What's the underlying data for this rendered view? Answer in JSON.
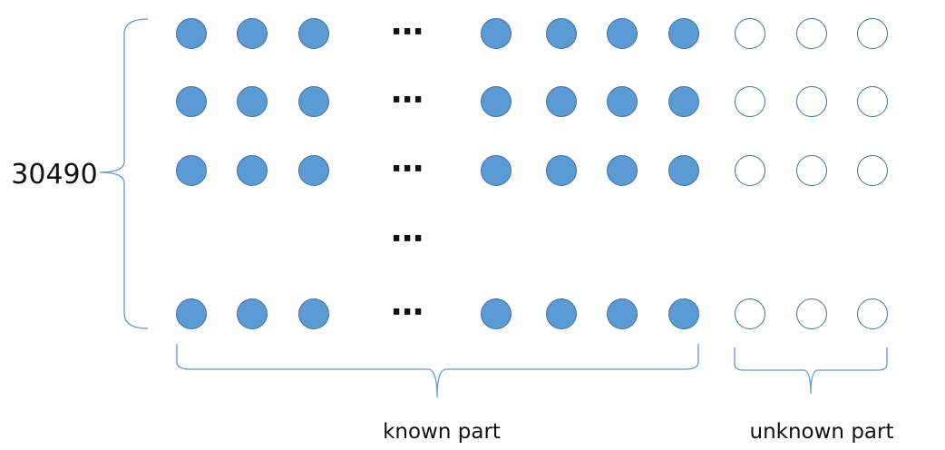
{
  "row_count_label": "30490",
  "ellipsis": "⋯",
  "known_part_label": "known part",
  "unknown_part_label": "unknown part",
  "grid": {
    "row_states": [
      "full",
      "full",
      "full",
      "ellipsis",
      "full"
    ],
    "left_known_columns": 3,
    "right_known_columns": 4,
    "unknown_columns": 3
  },
  "colors": {
    "known_fill": "#5b9bd5",
    "known_stroke": "#41719c",
    "unknown_fill": "#ffffff",
    "unknown_stroke": "#41719c",
    "brace": "#5b9bd5"
  }
}
